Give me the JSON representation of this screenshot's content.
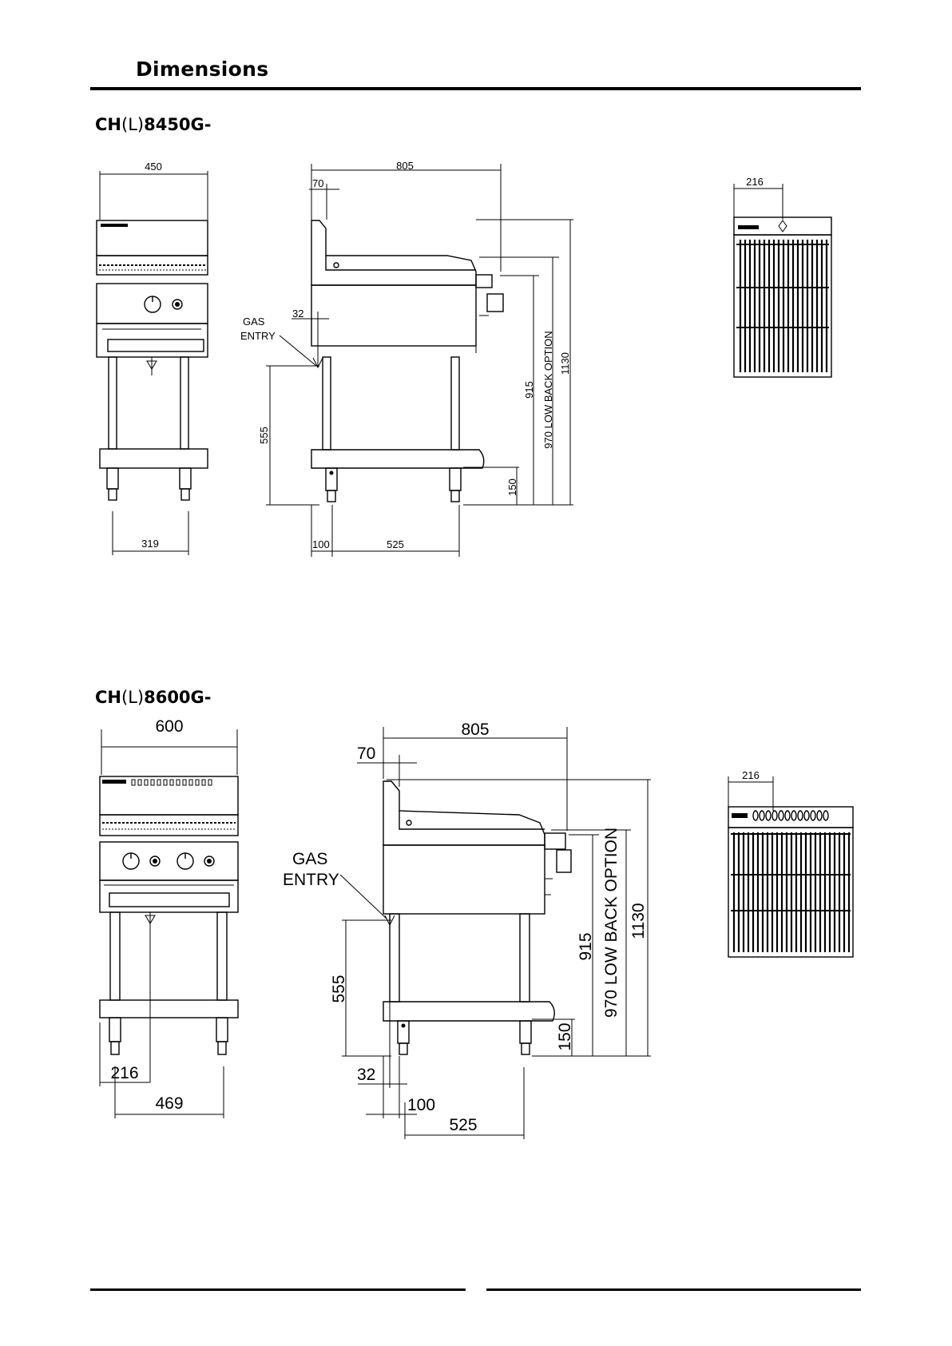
{
  "page": {
    "heading": "Dimensions"
  },
  "models": [
    {
      "prefix": "CH",
      "paren": "(L)",
      "suffix": "8450G-",
      "dims": {
        "width": "450",
        "depth": "805",
        "back": "70",
        "gas_offset": "32",
        "gas_entry_1": "GAS",
        "gas_entry_2": "ENTRY",
        "gas_height": "555",
        "height_915": "915",
        "height_970": "970 LOW BACK OPTION",
        "height_1130": "1130",
        "shelf": "150",
        "leg_span": "319",
        "front_offset": "100",
        "leg_depth": "525",
        "top_offset": "216"
      }
    },
    {
      "prefix": "CH",
      "paren": "(L)",
      "suffix": "8600G-",
      "dims": {
        "width": "600",
        "depth": "805",
        "back": "70",
        "gas_offset": "32",
        "gas_entry_1": "GAS",
        "gas_entry_2": "ENTRY",
        "gas_height": "555",
        "height_915": "915",
        "height_970": "970 LOW BACK OPTION",
        "height_1130": "1130",
        "shelf": "150",
        "gas_side": "216",
        "leg_span": "469",
        "front_offset": "100",
        "leg_depth": "525",
        "top_offset": "216"
      }
    }
  ]
}
